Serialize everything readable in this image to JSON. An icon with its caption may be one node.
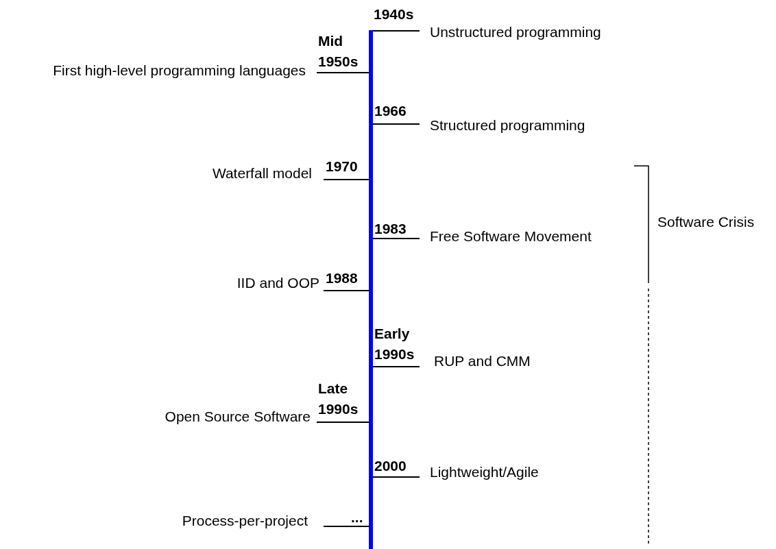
{
  "diagram": {
    "labels": [
      "1940s",
      "Unstructured programming",
      "Mid 1950s",
      "First high-level programming languages",
      "1966",
      "Structured programming",
      "Waterfall model",
      "1970",
      "1983",
      "Free Software Movement",
      "Software Crisis",
      "IID and OOP",
      "1988",
      "Early 1990s",
      "RUP and CMM",
      "Late 1990s",
      "Open Source Software",
      "2000",
      "Lightweight/Agile",
      "Process-per-project",
      "..."
    ]
  }
}
